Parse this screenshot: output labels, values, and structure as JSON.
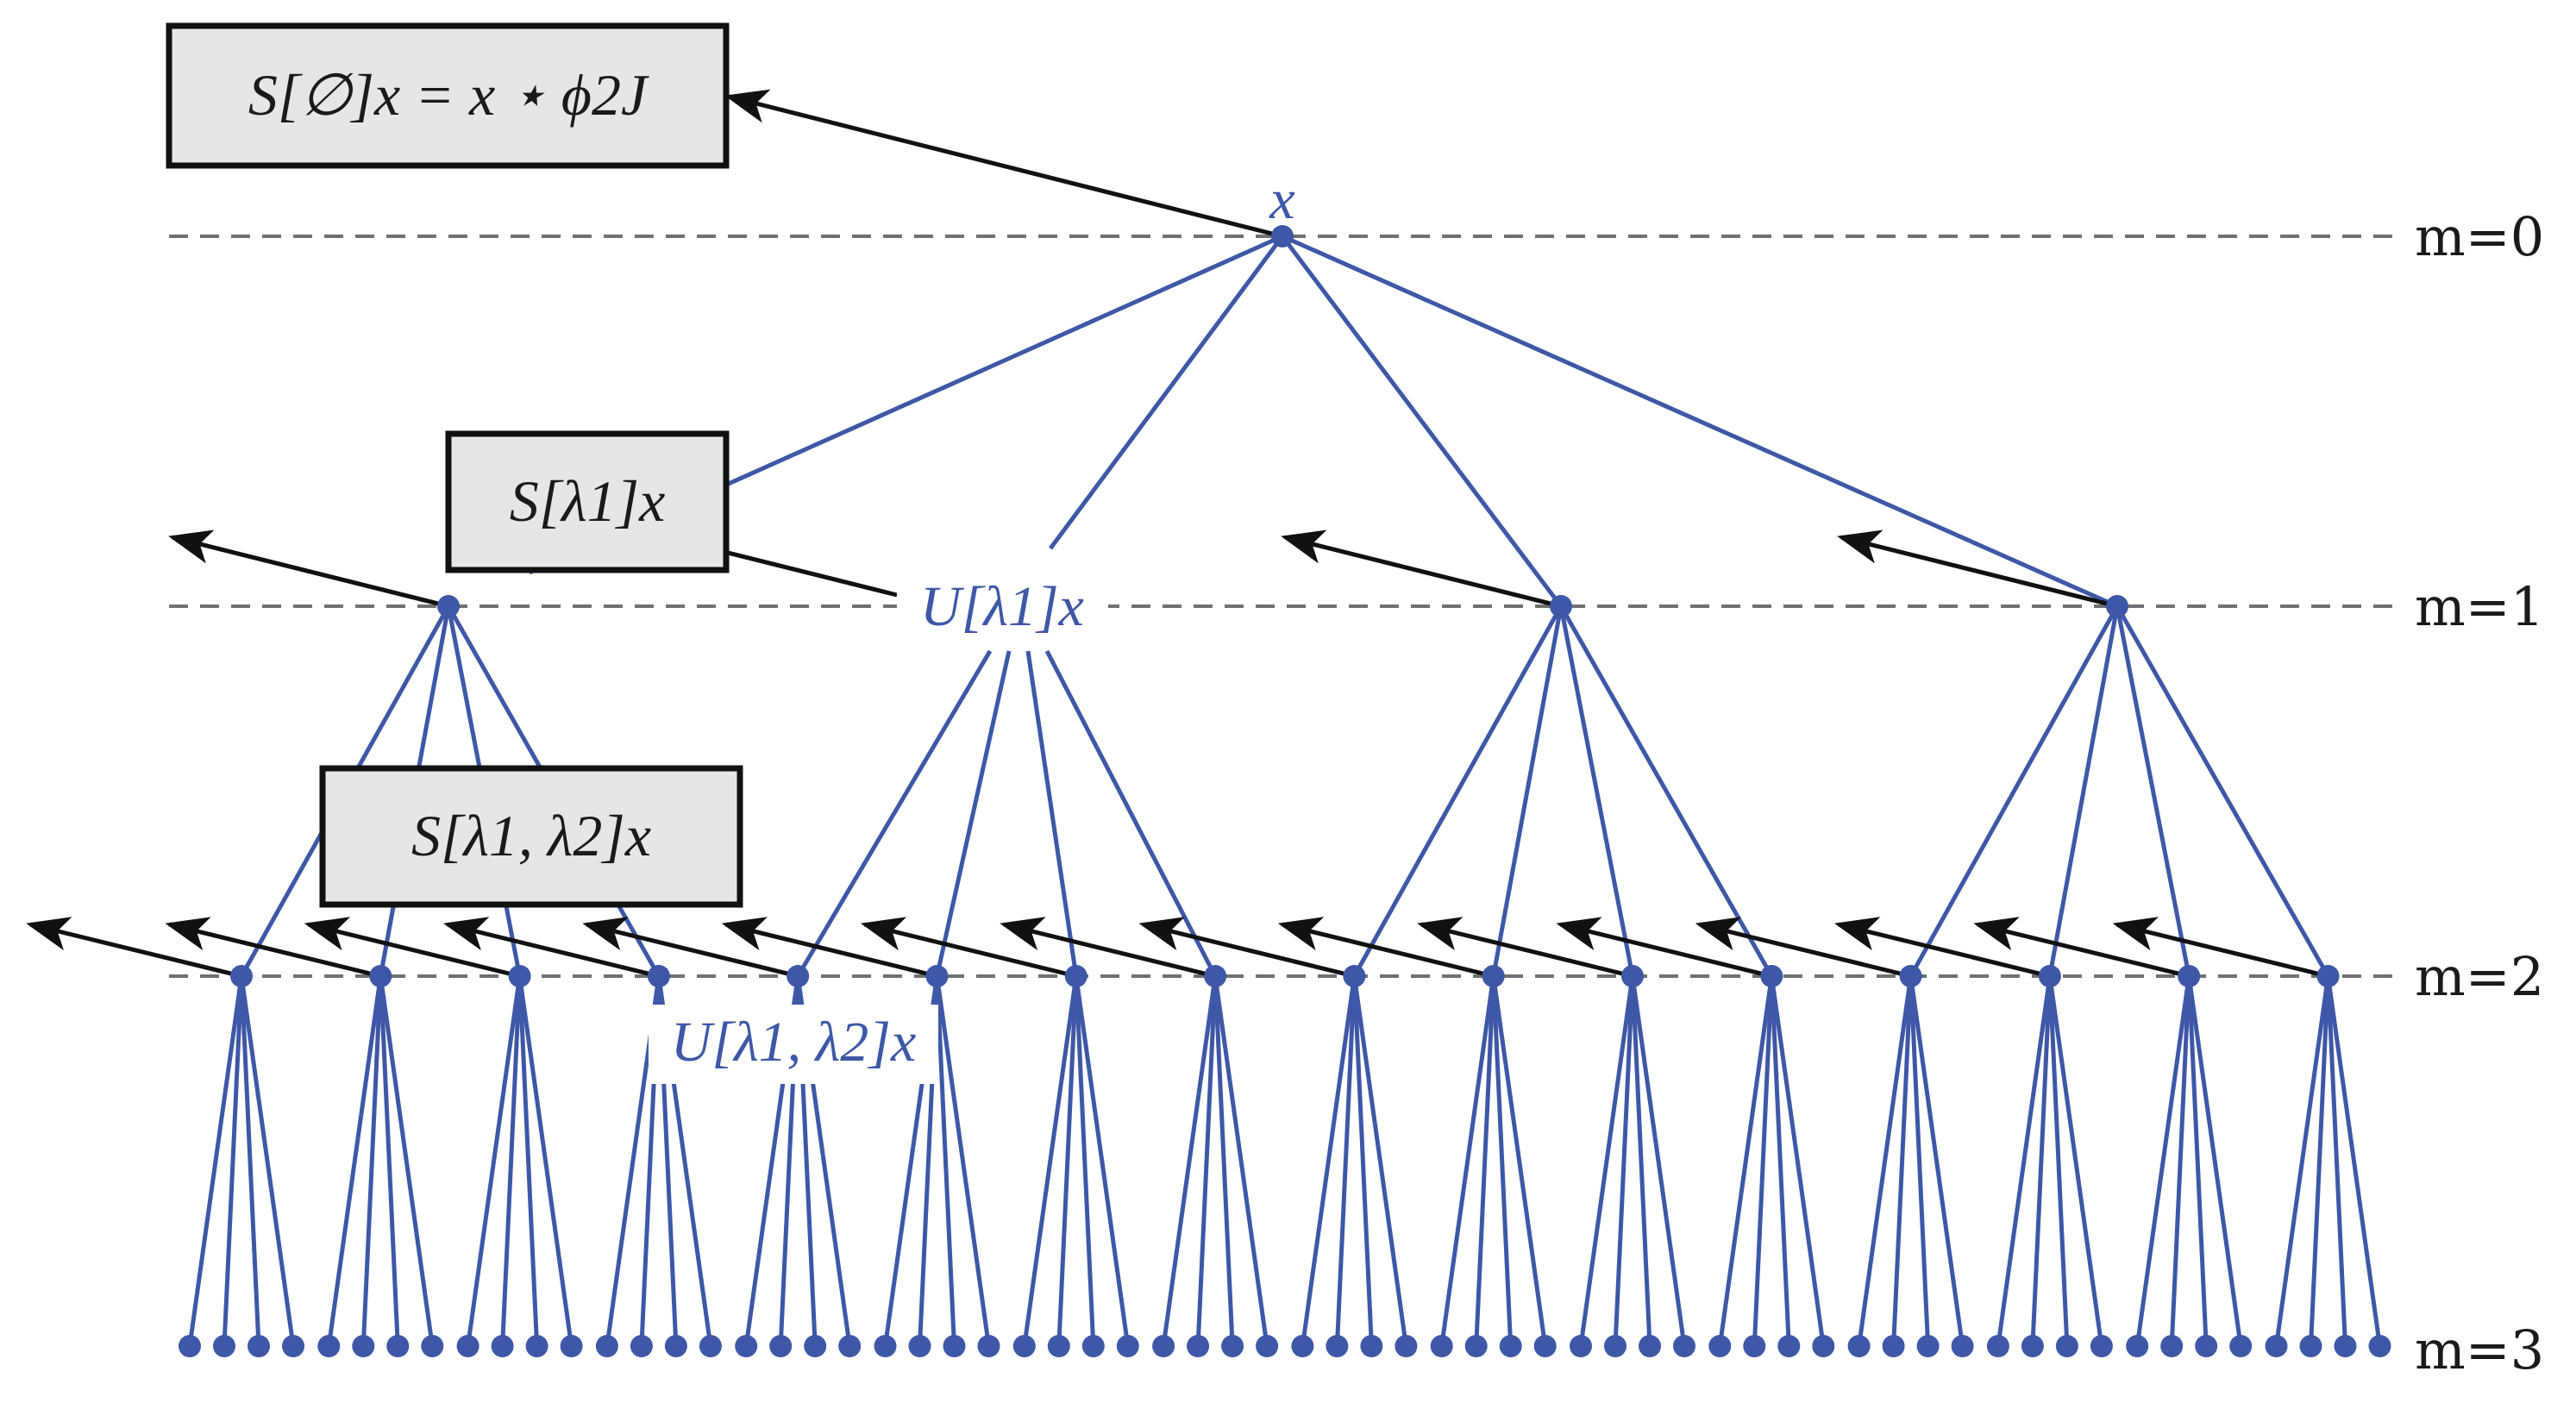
{
  "levels": [
    "m=0",
    "m=1",
    "m=2",
    "m=3"
  ],
  "root_label": "x",
  "node_labels": {
    "u1": "U[λ1]x",
    "u2": "U[λ1, λ2]x"
  },
  "boxes": {
    "s0": "S[∅]x = x ⋆ ϕ2J",
    "s1": "S[λ1]x",
    "s2": "S[λ1, λ2]x"
  },
  "colors": {
    "tree": "#3e57a6",
    "arrow": "#111111",
    "box_fill": "#e6e6e6",
    "box_border": "#111111",
    "dashed": "#707070"
  },
  "structure": {
    "children_per_node_level1": 4,
    "children_per_node_level2": 4,
    "children_per_node_level3": 4
  }
}
